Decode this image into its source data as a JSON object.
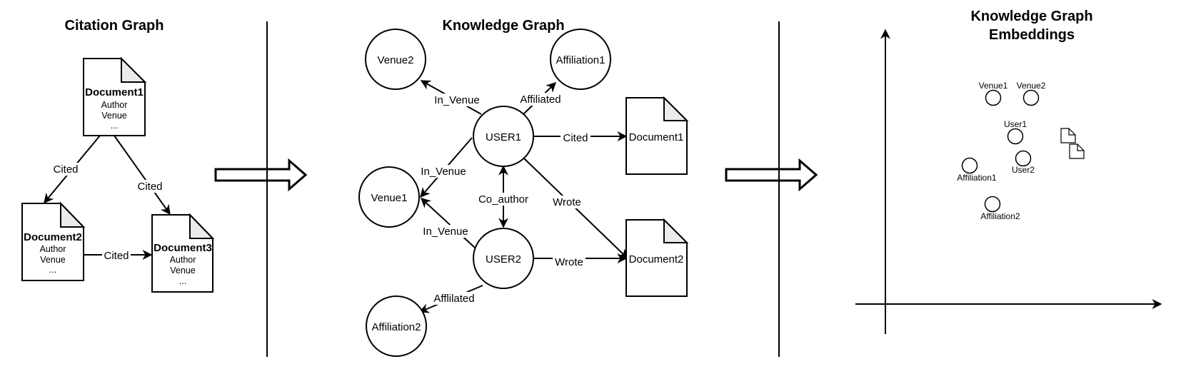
{
  "citation_graph": {
    "title": "Citation Graph",
    "documents": [
      {
        "name": "Document1",
        "attrs": [
          "Author",
          "Venue",
          "..."
        ]
      },
      {
        "name": "Document2",
        "attrs": [
          "Author",
          "Venue",
          "..."
        ]
      },
      {
        "name": "Document3",
        "attrs": [
          "Author",
          "Venue",
          "..."
        ]
      }
    ],
    "edges": [
      {
        "label": "Cited"
      },
      {
        "label": "Cited"
      },
      {
        "label": "Cited"
      }
    ]
  },
  "knowledge_graph": {
    "title": "Knowledge Graph",
    "nodes": {
      "venue2": "Venue2",
      "affiliation1": "Affiliation1",
      "user1": "USER1",
      "venue1": "Venue1",
      "user2": "USER2",
      "affiliation2": "Affiliation2"
    },
    "documents": {
      "document1": "Document1",
      "document2": "Document2"
    },
    "edges": {
      "user1_venue2": "In_Venue",
      "user1_affiliation1": "Affiliated",
      "user1_document1": "Cited",
      "user1_venue1": "In_Venue",
      "user1_user2": "Co_author",
      "user1_document2": "Wrote",
      "user2_venue1": "In_Venue",
      "user2_document2": "Wrote",
      "user2_affiliation2": "Afflilated"
    }
  },
  "embeddings": {
    "title_line1": "Knowledge Graph",
    "title_line2": "Embeddings",
    "points": {
      "venue1": "Venue1",
      "venue2": "Venue2",
      "user1": "User1",
      "affiliation1": "Affiliation1",
      "user2": "User2",
      "affiliation2": "Affiliation2"
    }
  }
}
